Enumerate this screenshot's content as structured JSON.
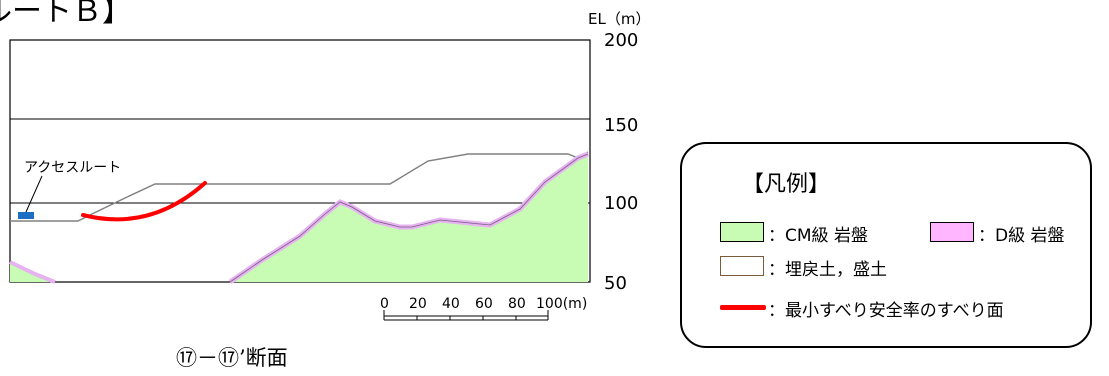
{
  "page": {
    "top_title": "ルートＢ】",
    "caption": "⑰－⑰’断面"
  },
  "axis": {
    "unit_label": "EL（m）",
    "ticks": [
      "200",
      "150",
      "100",
      "50"
    ],
    "tick_values": [
      200,
      150,
      100,
      50
    ]
  },
  "annotation": {
    "access_route": "アクセスルート"
  },
  "scale_bar": {
    "labels": [
      "0",
      "20",
      "40",
      "60",
      "80",
      "100(m)"
    ]
  },
  "legend": {
    "title": "【凡例】",
    "items": [
      {
        "label": "：CM級 岩盤",
        "color": "#c8fbb4"
      },
      {
        "label": "：D級 岩盤",
        "color": "#ffb6ff"
      },
      {
        "label": "：埋戻土，盛土",
        "color": "#ffffff"
      },
      {
        "label": "：最小すべり安全率のすべり面",
        "color": "#ff0000"
      }
    ]
  },
  "colors": {
    "cm_rock": "#c8fbb4",
    "d_rock": "#e6b2f2",
    "slip_surface": "#ff0000",
    "access_marker": "#1d6fc4"
  }
}
